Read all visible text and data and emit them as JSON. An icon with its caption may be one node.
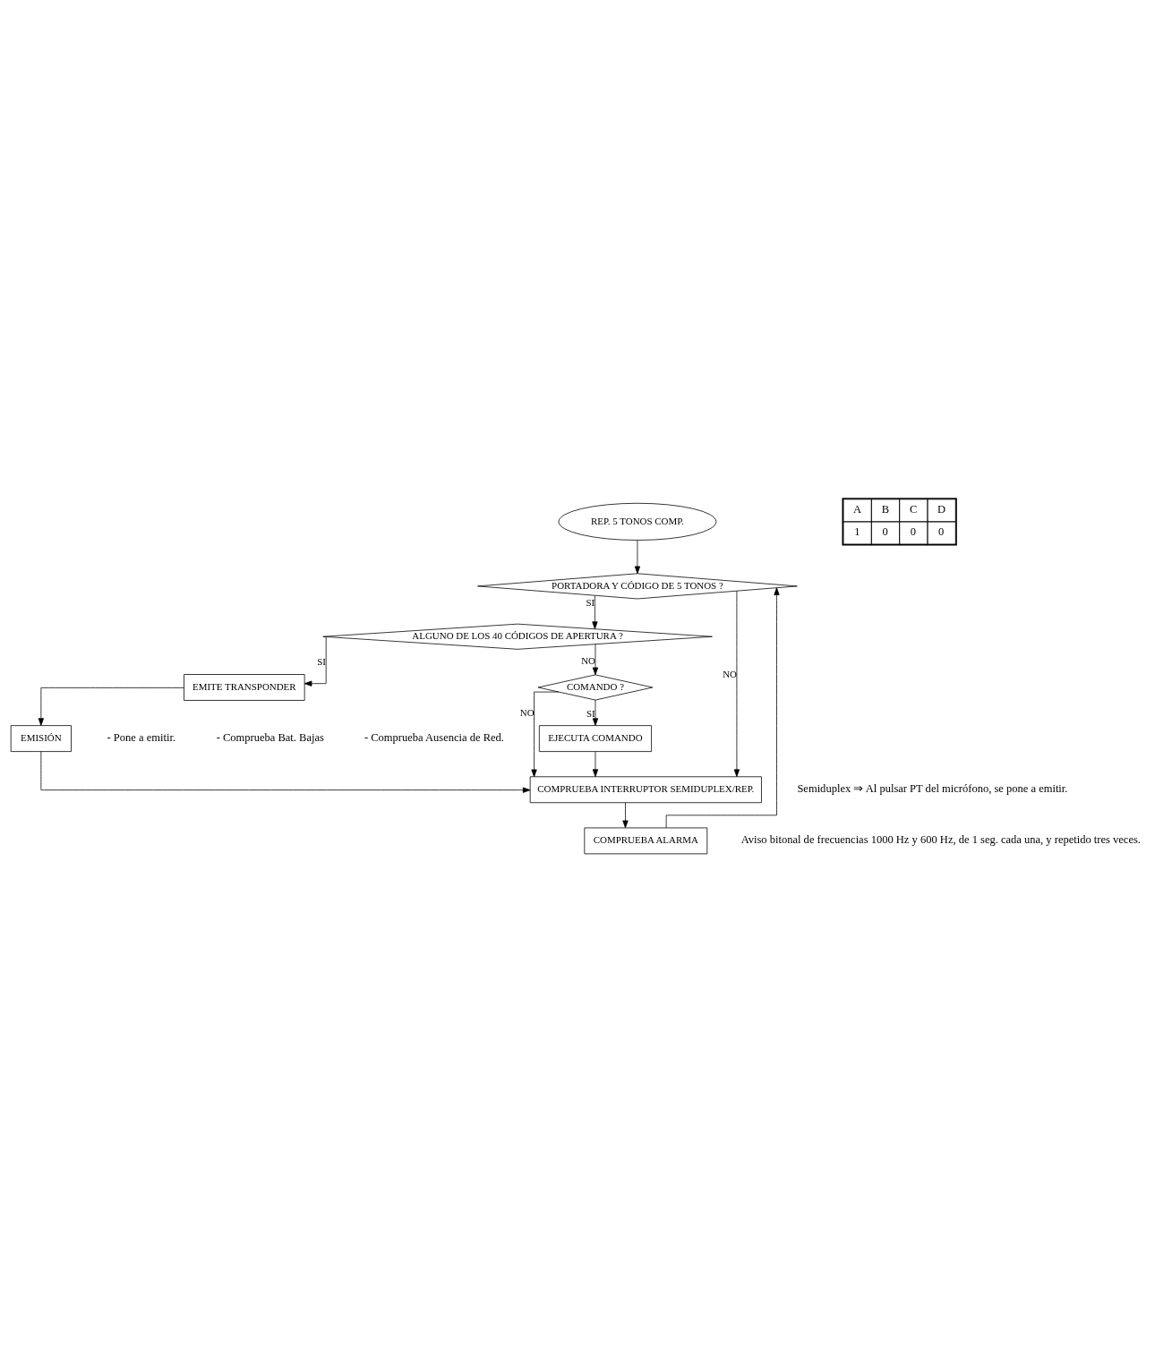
{
  "diagram": {
    "nodes": [
      {
        "text": [
          "REP. 5 TONOS COMP."
        ]
      },
      {
        "text": [
          "PORTADORA Y CÓDIGO DE 5 TONOS ?"
        ]
      },
      {
        "text": [
          "ALGUNO DE LOS 40 CÓDIGOS DE APERTURA ?"
        ]
      },
      {
        "text": [
          "EMITE TRANSPONDER"
        ]
      },
      {
        "text": [
          "EMISIÓN"
        ],
        "beside": [
          "- Pone a emitir.",
          "- Comprueba Bat. Bajas",
          "- Comprueba Ausencia de Red."
        ]
      },
      {
        "text": [
          "COMANDO ?"
        ]
      },
      {
        "text": [
          "EJECUTA COMANDO"
        ]
      },
      {
        "text": [
          "COMPRUEBA INTERRUPTOR SEMIDUPLEX/REP."
        ],
        "beside": [
          "Semiduplex ⇒ Al pulsar PT del micrófono, se pone a emitir."
        ]
      },
      {
        "text": [
          "COMPRUEBA ALARMA"
        ],
        "beside": [
          "Aviso bitonal de frecuencias 1000 Hz y 600 Hz, de 1 seg. cada una, y repetido tres veces."
        ]
      }
    ],
    "edges": [
      {
        "from": 0,
        "to": 1,
        "arrow": "to"
      },
      {
        "from": 1,
        "to": 2,
        "arrow": "to",
        "label": "SI"
      },
      {
        "from": 1,
        "to": 7,
        "arrow": "to",
        "label": "NO"
      },
      {
        "from": 2,
        "to": 3,
        "arrow": "to",
        "label": "SI"
      },
      {
        "from": 2,
        "to": 5,
        "arrow": "to",
        "label": "NO"
      },
      {
        "from": 3,
        "to": 4,
        "arrow": "to"
      },
      {
        "from": 5,
        "to": 6,
        "arrow": "to",
        "label": "SI"
      },
      {
        "from": 5,
        "to": 7,
        "arrow": "to",
        "label": "NO"
      },
      {
        "from": 6,
        "to": 7,
        "arrow": "to"
      },
      {
        "from": 4,
        "to": 7,
        "arrow": "to"
      },
      {
        "from": 7,
        "to": 8,
        "arrow": "to"
      },
      {
        "from": 8,
        "to": 1,
        "arrow": "to"
      }
    ],
    "labels": [
      "A",
      "B",
      "C",
      "D",
      "1",
      "0",
      "0",
      "0"
    ]
  }
}
